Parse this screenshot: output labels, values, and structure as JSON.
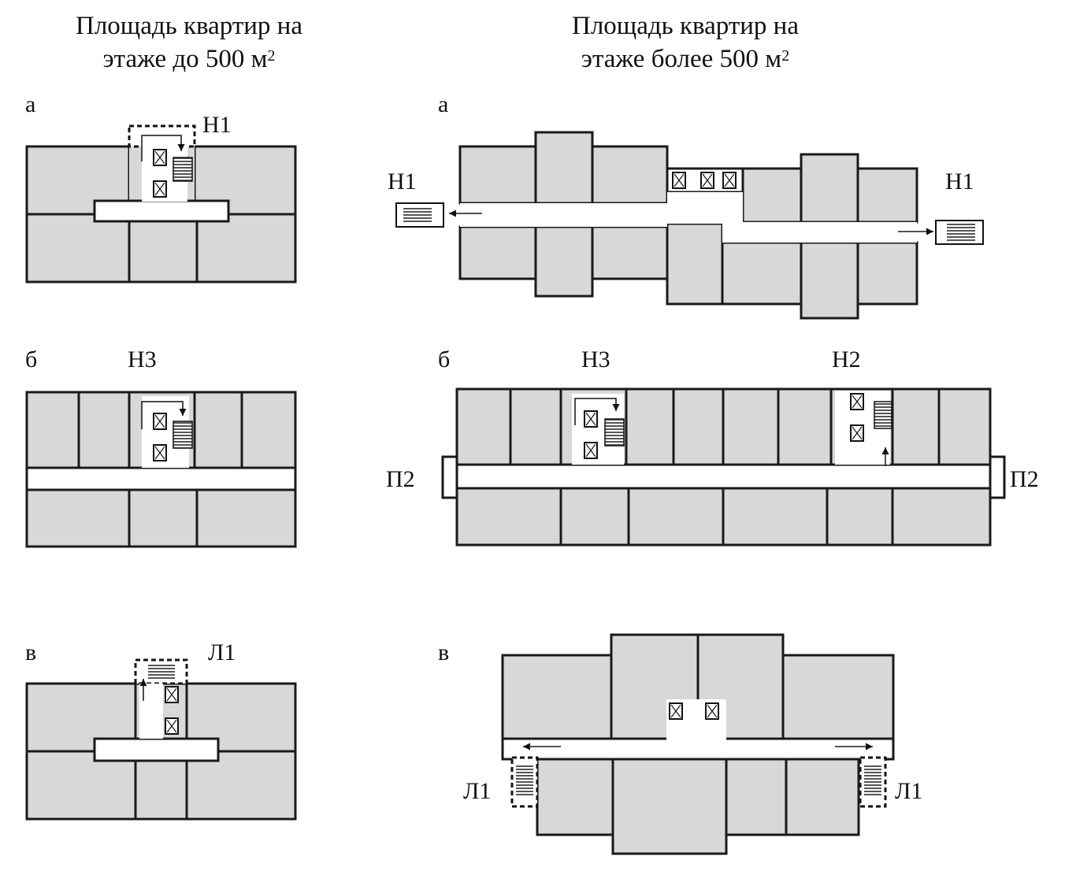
{
  "headers": {
    "left": {
      "line1": "Площадь квартир на",
      "line2_text": "этаже до 500 м",
      "sup": "2"
    },
    "right": {
      "line1": "Площадь квартир на",
      "line2_text": "этаже более 500 м",
      "sup": "2"
    }
  },
  "left_panels": {
    "a": {
      "letter": "а",
      "stair_label": "Н1"
    },
    "b": {
      "letter": "б",
      "stair_label": "Н3"
    },
    "v": {
      "letter": "в",
      "stair_label": "Л1"
    }
  },
  "right_panels": {
    "a": {
      "letter": "а",
      "stair_left": "Н1",
      "stair_right": "Н1"
    },
    "b": {
      "letter": "б",
      "stair_a": "Н3",
      "stair_b": "Н2",
      "end_left": "П2",
      "end_right": "П2"
    },
    "v": {
      "letter": "в",
      "stair_left": "Л1",
      "stair_right": "Л1"
    }
  },
  "colors": {
    "fill": "#d8d8d8",
    "stroke": "#1a1a1a",
    "corridor": "#ffffff",
    "stair": "#7a7a7a"
  }
}
